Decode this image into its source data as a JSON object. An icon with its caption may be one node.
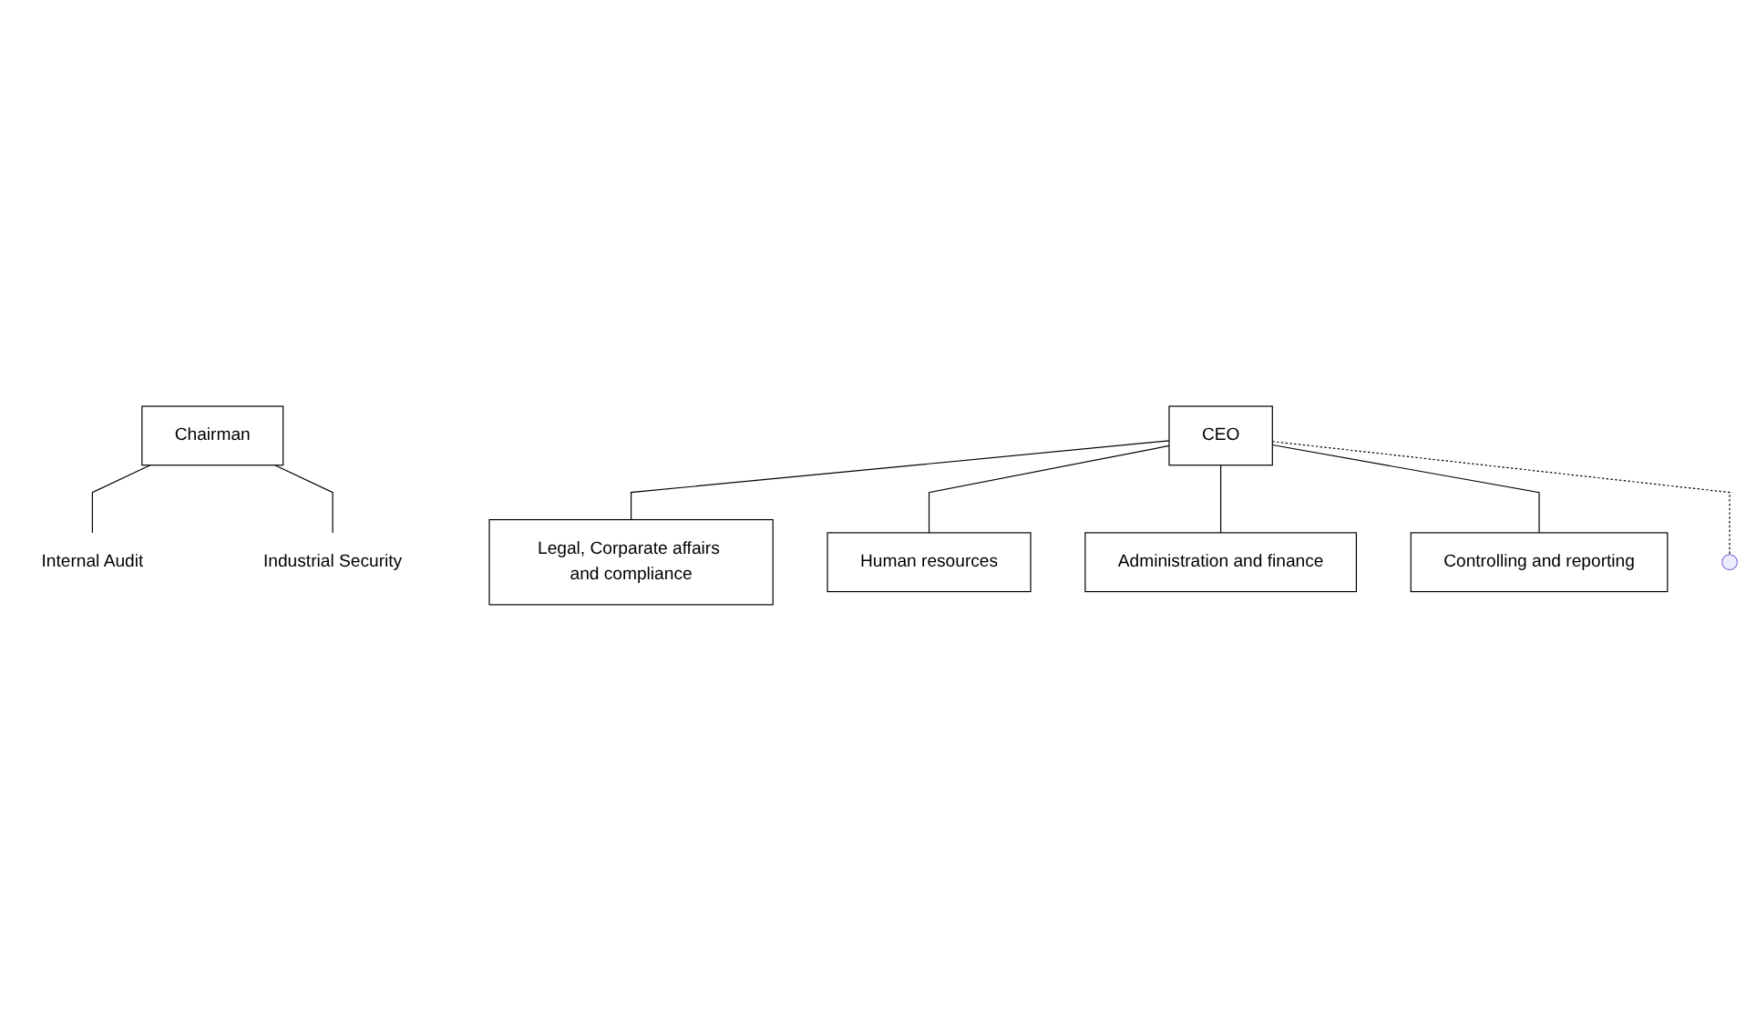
{
  "diagram": {
    "nodes": [
      {
        "text": [
          "Chairman"
        ]
      },
      {
        "text": [
          "Internal Audit"
        ]
      },
      {
        "text": [
          "Industrial Security"
        ]
      },
      {
        "text": [
          "CEO"
        ]
      },
      {
        "text": [
          "Legal, Corparate affairs and compliance"
        ]
      },
      {
        "text": [
          "Human resources"
        ]
      },
      {
        "text": [
          "Administration and finance"
        ]
      },
      {
        "text": [
          "Controlling and reporting"
        ]
      }
    ],
    "edges": [
      {
        "from": 0,
        "to": 1,
        "arrow": "none"
      },
      {
        "from": 0,
        "to": 2,
        "arrow": "none"
      },
      {
        "from": 3,
        "to": 4,
        "arrow": "none"
      },
      {
        "from": 3,
        "to": 5,
        "arrow": "none"
      },
      {
        "from": 3,
        "to": 6,
        "arrow": "none"
      },
      {
        "from": 3,
        "to": 7,
        "arrow": "none"
      },
      {
        "from": 3,
        "to": null,
        "arrow": "none",
        "style": "dashed"
      }
    ]
  }
}
